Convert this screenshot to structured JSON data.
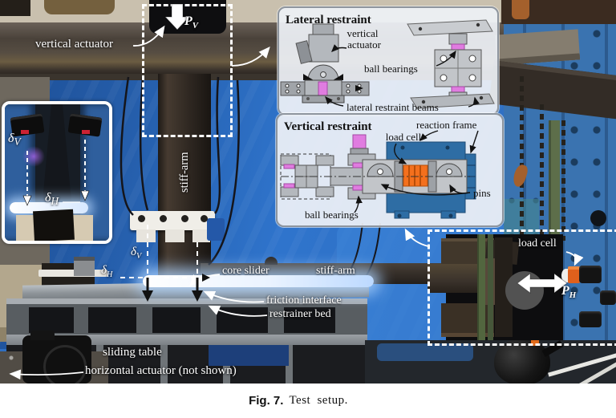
{
  "caption": {
    "label": "Fig. 7.",
    "text": "Test setup."
  },
  "sym": {
    "delta": "δ",
    "P": "P",
    "V": "V",
    "H": "H"
  },
  "photo": {
    "vertical_actuator": "vertical actuator",
    "stiff_arm_vertical": "stiff-arm",
    "stiff_arm_horizontal": "stiff-arm",
    "core_slider": "core slider",
    "friction_interface": "friction interface",
    "restrainer_bed": "restrainer bed",
    "sliding_table": "sliding table",
    "horizontal_actuator": "horizontal actuator (not shown)",
    "load_cell": "load cell"
  },
  "lateral_inset": {
    "title": "Lateral restraint",
    "vertical": "vertical",
    "actuator": "actuator",
    "ball_bearings": "ball bearings",
    "beams": "lateral restraint beams"
  },
  "vertical_inset": {
    "title": "Vertical restraint",
    "reaction_frame": "reaction frame",
    "load_cell": "load cell",
    "pins": "pins",
    "ball_bearings": "ball bearings"
  },
  "colors": {
    "tarp_blue": "#2f6fc2",
    "frame_blue": "#3a73b0",
    "load_cell_orange": "#f4701d",
    "bearing_pink": "#e07ce0",
    "drawing_blue": "#2e6da4"
  }
}
